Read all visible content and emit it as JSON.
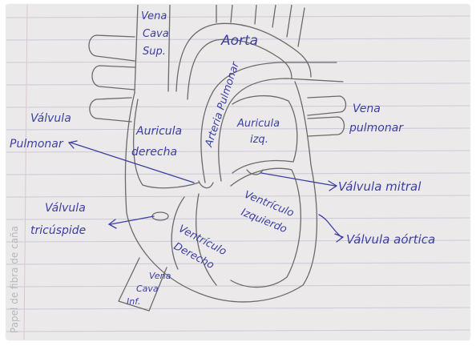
{
  "paper": {
    "background": "#ece9ea",
    "rule_color": "#c9c9d6",
    "margin_line_color": "#d7c9cf",
    "side_text": "Papel de fibra de caña"
  },
  "ink": {
    "pencil": "#6a6a6a",
    "pen": "#3b3fa0"
  },
  "labels": {
    "vena_cava_sup": [
      "Vena",
      "Cava",
      "Sup."
    ],
    "aorta": "Aorta",
    "arteria_pulmonar": "Arteria Pulmonar",
    "auricula_derecha": [
      "Auricula",
      "derecha"
    ],
    "auricula_izq": [
      "Auricula",
      "izq."
    ],
    "vena_pulmonar": [
      "Vena",
      "pulmonar"
    ],
    "valvula_pulmonar": [
      "Válvula",
      "Pulmonar"
    ],
    "valvula_tricuspide": [
      "Válvula",
      "tricúspide"
    ],
    "valvula_mitral": "Válvula mitral",
    "valvula_aortica": "Válvula aórtica",
    "ventriculo_izquierdo": [
      "Ventrículo",
      "Izquierdo"
    ],
    "ventriculo_derecho": [
      "Ventrículo",
      "Derecho"
    ],
    "vena_cava_inf": [
      "Vena",
      "Cava",
      "Inf."
    ]
  }
}
